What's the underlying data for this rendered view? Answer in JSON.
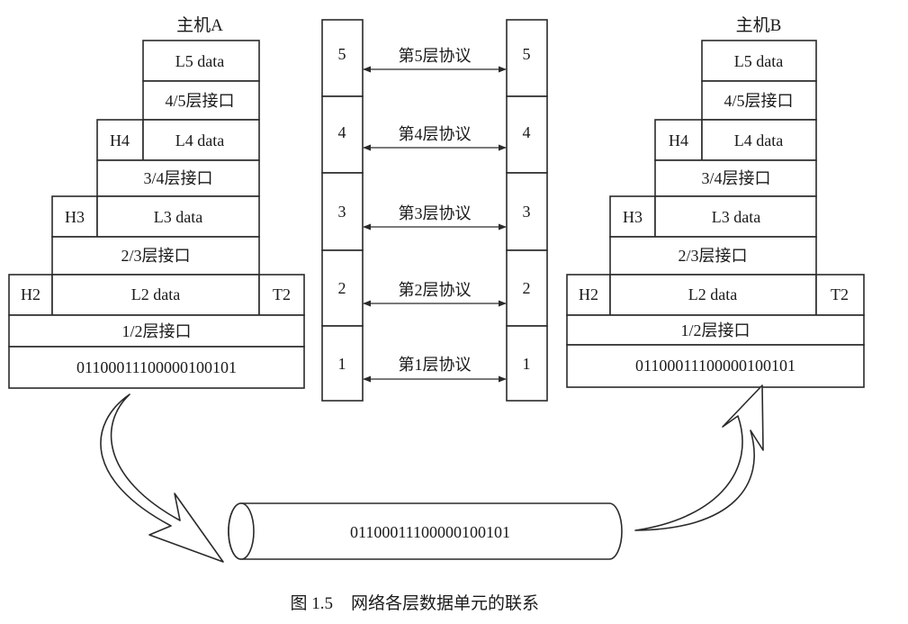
{
  "host_a": {
    "title": "主机A",
    "l5_data": "L5 data",
    "if_45": "4/5层接口",
    "h4": "H4",
    "l4_data": "L4 data",
    "if_34": "3/4层接口",
    "h3": "H3",
    "l3_data": "L3 data",
    "if_23": "2/3层接口",
    "h2": "H2",
    "l2_data": "L2 data",
    "t2": "T2",
    "if_12": "1/2层接口",
    "bits": "01100011100000100101"
  },
  "host_b": {
    "title": "主机B",
    "l5_data": "L5 data",
    "if_45": "4/5层接口",
    "h4": "H4",
    "l4_data": "L4 data",
    "if_34": "3/4层接口",
    "h3": "H3",
    "l3_data": "L3 data",
    "if_23": "2/3层接口",
    "h2": "H2",
    "l2_data": "L2 data",
    "t2": "T2",
    "if_12": "1/2层接口",
    "bits": "01100011100000100101"
  },
  "protocols": {
    "layers": [
      "5",
      "4",
      "3",
      "2",
      "1"
    ],
    "labels": [
      "第5层协议",
      "第4层协议",
      "第3层协议",
      "第2层协议",
      "第1层协议"
    ]
  },
  "medium": {
    "bits": "01100011100000100101"
  },
  "caption": {
    "figure_number": "图 1.5",
    "title": "网络各层数据单元的联系"
  }
}
